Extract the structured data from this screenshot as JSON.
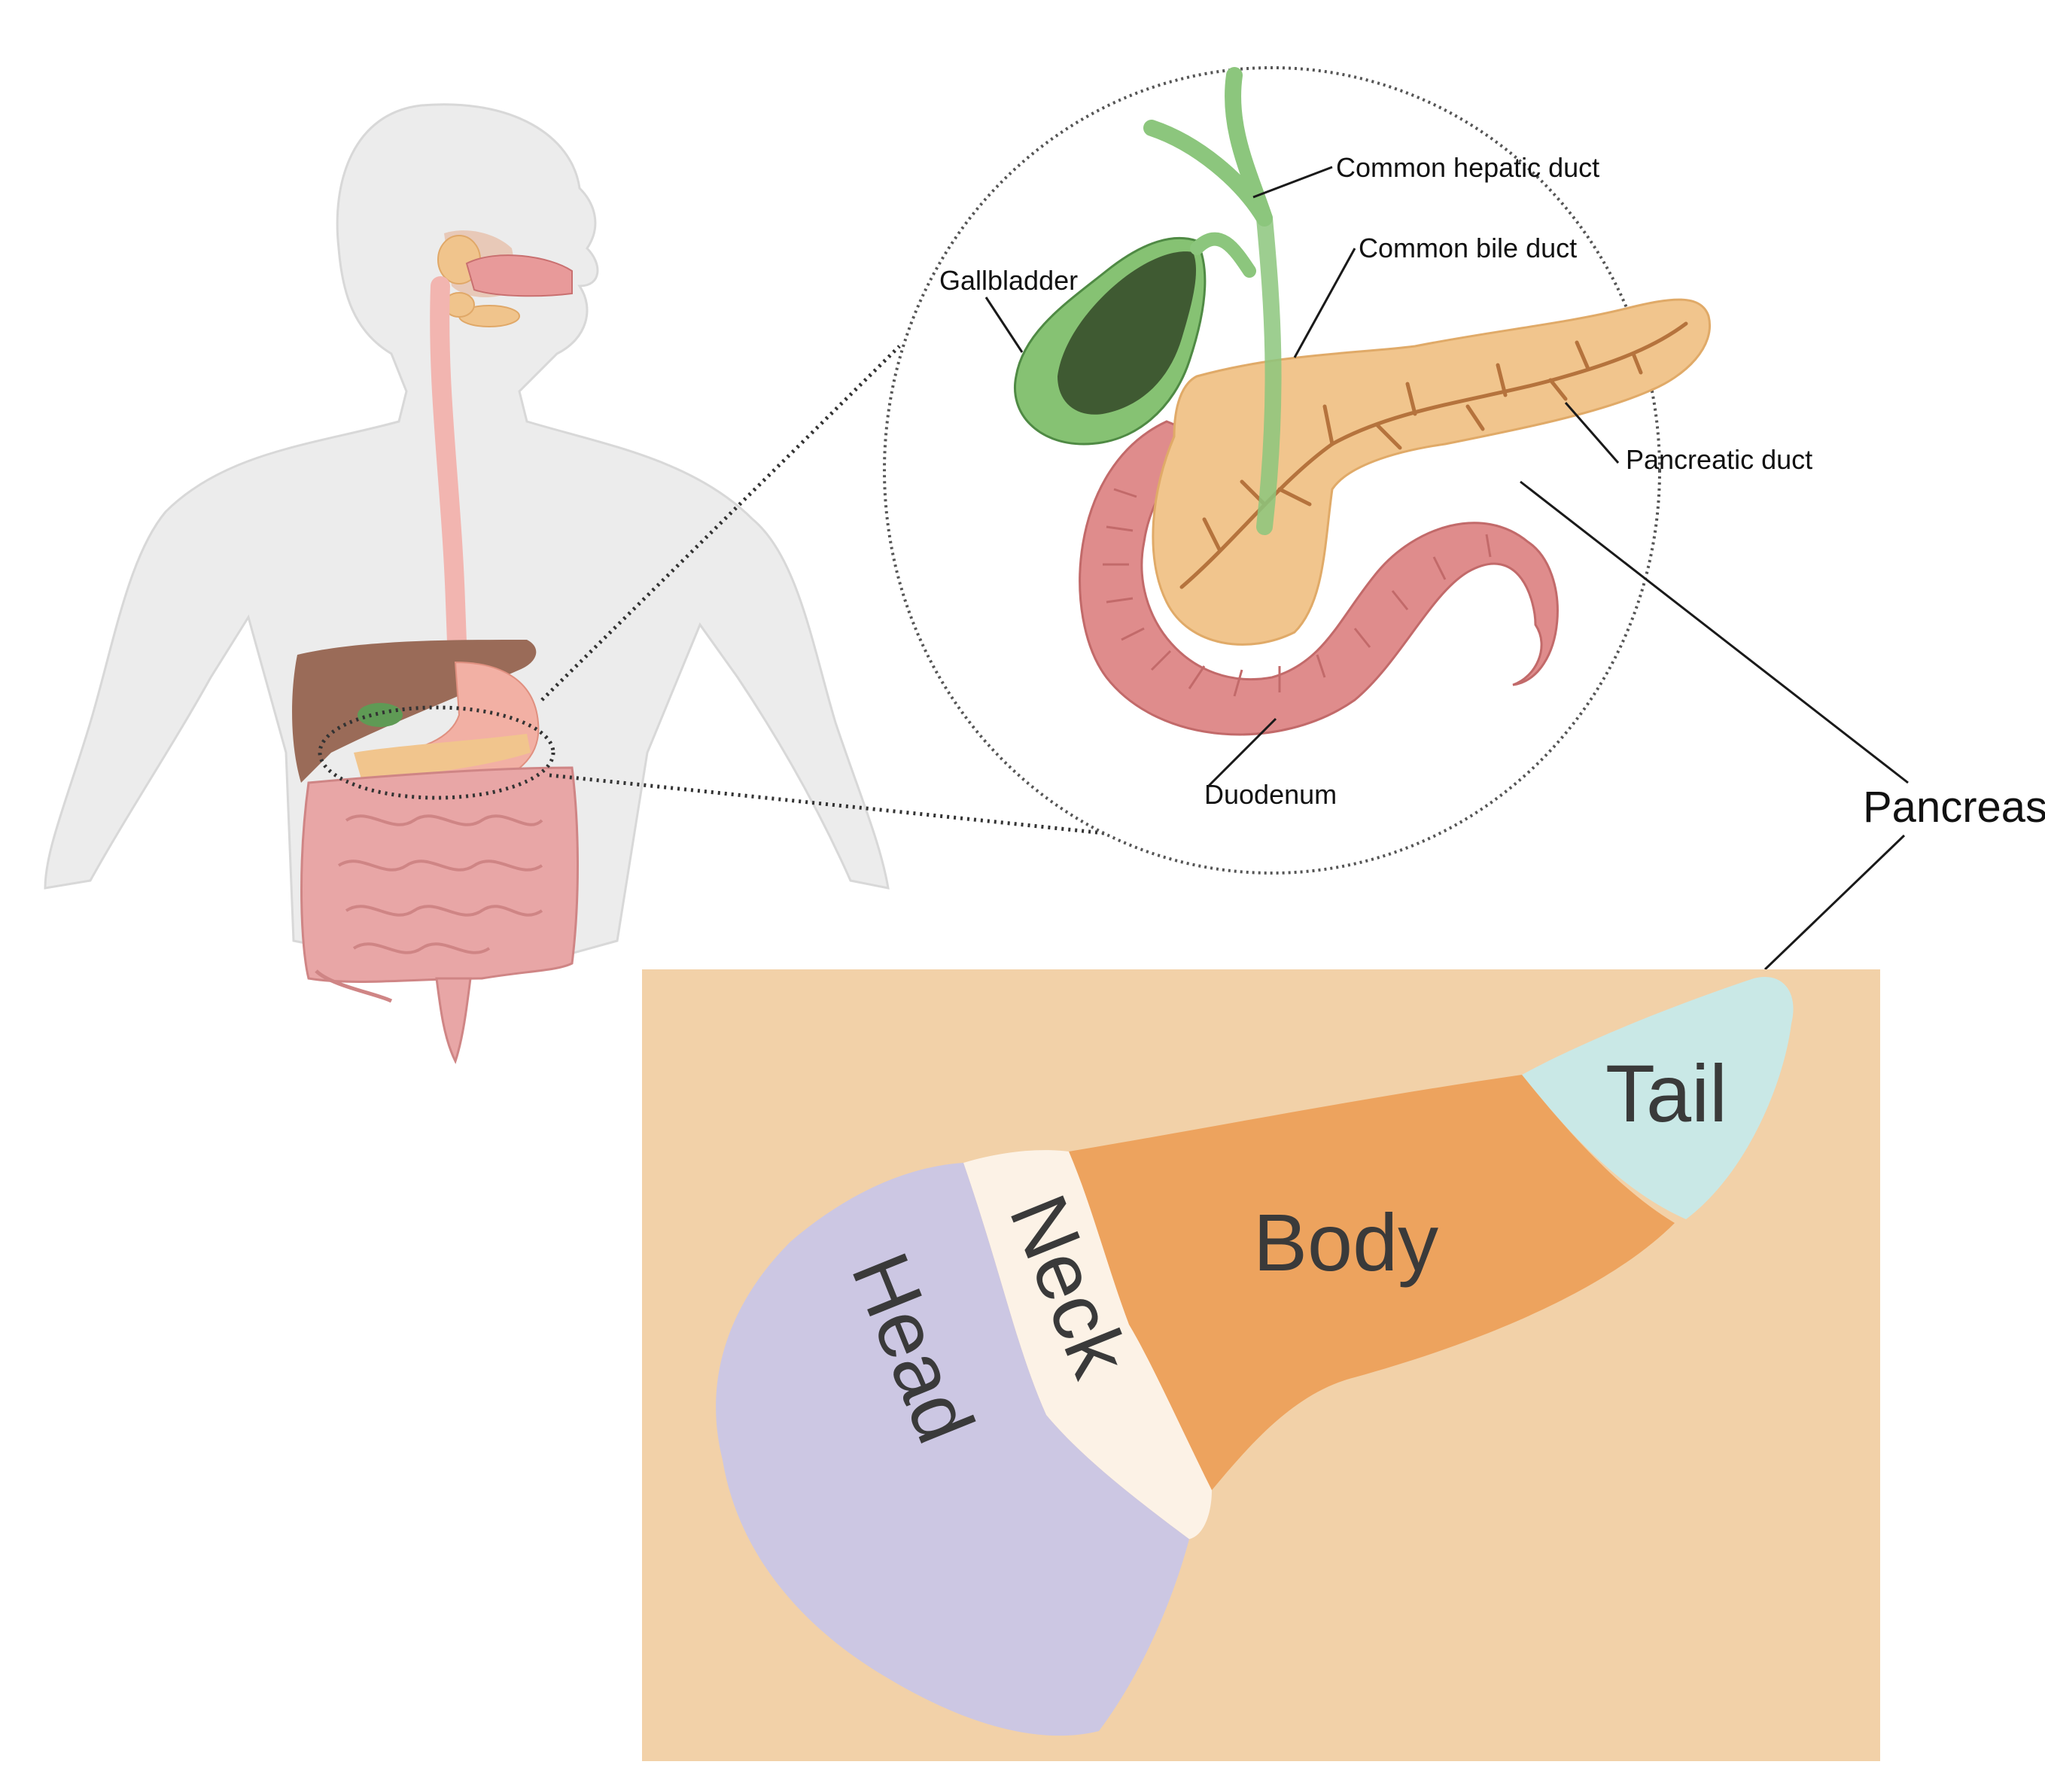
{
  "labels": {
    "common_hepatic_duct": "Common hepatic duct",
    "common_bile_duct": "Common bile duct",
    "gallbladder": "Gallbladder",
    "pancreatic_duct": "Pancreatic duct",
    "duodenum": "Duodenum",
    "pancreas": "Pancreas"
  },
  "regions": {
    "head": "Head",
    "neck": "Neck",
    "body": "Body",
    "tail": "Tail"
  },
  "colors": {
    "region_panel_background": "#f2d1a8",
    "head": "#ccc7e3",
    "neck": "#fcf2e6",
    "body": "#eda35e",
    "tail": "#c9e8e6",
    "pancreas_tissue": "#f1c58d",
    "duodenum": "#df8c8c",
    "gallbladder": "#86c273",
    "bile_duct": "#8cc67d",
    "liver": "#9a6b58",
    "body_silhouette": "#ececec"
  }
}
